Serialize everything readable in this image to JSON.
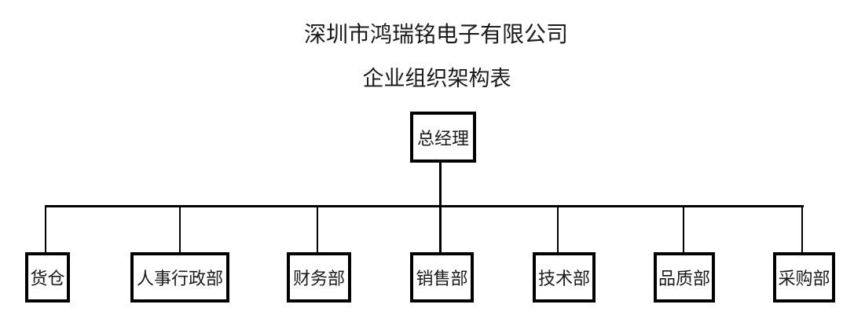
{
  "page": {
    "company_name": "深圳市鸿瑞铭电子有限公司",
    "chart_title": "企业组织架构表"
  },
  "org": {
    "root": {
      "label": "总经理"
    },
    "departments": [
      {
        "label": "货仓"
      },
      {
        "label": "人事行政部"
      },
      {
        "label": "财务部"
      },
      {
        "label": "销售部"
      },
      {
        "label": "技术部"
      },
      {
        "label": "品质部"
      },
      {
        "label": "采购部"
      }
    ]
  },
  "colors": {
    "line": "#000000",
    "box_border": "#000000",
    "text": "#1a1a1a",
    "background": "#ffffff"
  }
}
